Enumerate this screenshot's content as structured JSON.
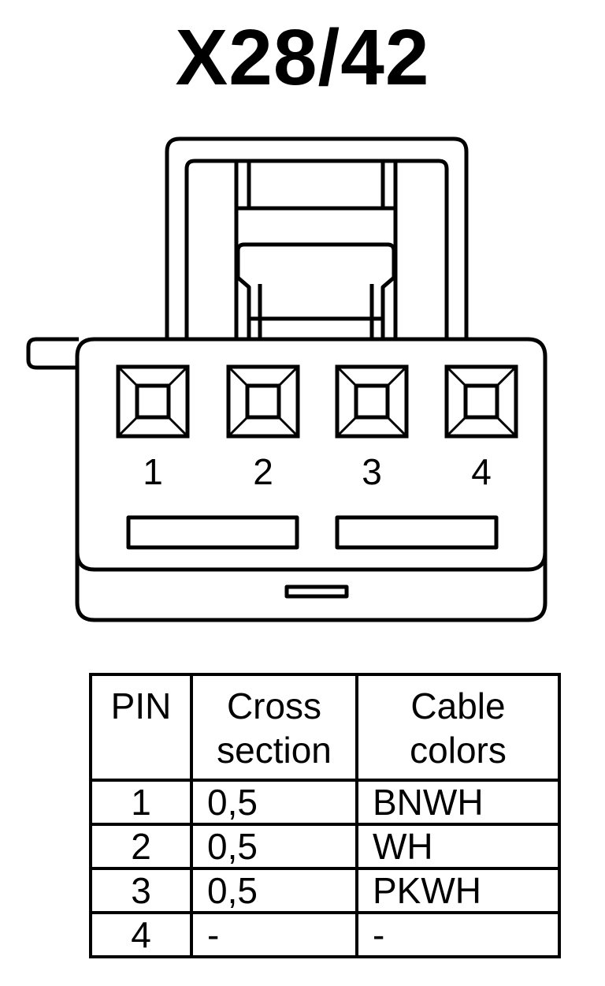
{
  "title": "X28/42",
  "pins": [
    {
      "label": "1"
    },
    {
      "label": "2"
    },
    {
      "label": "3"
    },
    {
      "label": "4"
    }
  ],
  "table": {
    "headers": {
      "pin": "PIN",
      "cross_section_line1": "Cross",
      "cross_section_line2": "section",
      "cable_colors_line1": "Cable",
      "cable_colors_line2": "colors"
    },
    "rows": [
      {
        "pin": "1",
        "cross_section": "0,5",
        "color": "BNWH"
      },
      {
        "pin": "2",
        "cross_section": "0,5",
        "color": "WH"
      },
      {
        "pin": "3",
        "cross_section": "0,5",
        "color": "PKWH"
      },
      {
        "pin": "4",
        "cross_section": "-",
        "color": "-"
      }
    ]
  }
}
